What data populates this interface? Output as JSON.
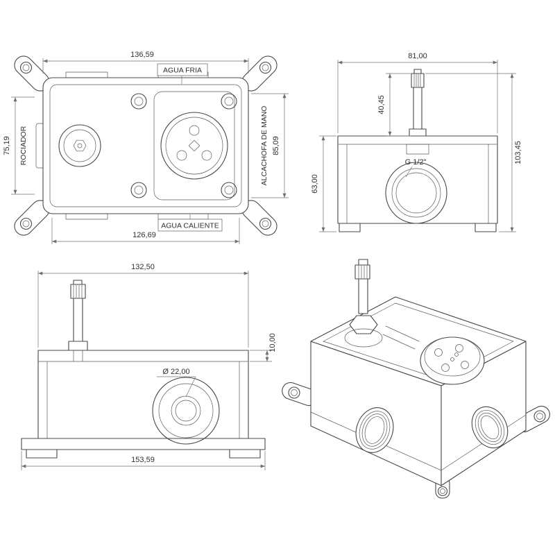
{
  "drawing": {
    "title": "valve-body-technical-drawing",
    "front": {
      "dim_width_top": "136,59",
      "dim_width_bottom": "126,69",
      "dim_height_left": "75,19",
      "dim_height_right": "85,09",
      "label_cold": "AGUA FRIA",
      "label_hot": "AGUA CALIENTE",
      "label_sprayer": "ROCIADOR",
      "label_handshower": "ALCACHOFA DE MANO"
    },
    "side": {
      "dim_width": "81,00",
      "dim_stem": "40,45",
      "dim_body_height": "63,00",
      "dim_total_height": "103,45",
      "label_thread": "G 1/2\""
    },
    "front2": {
      "dim_width_top": "132,50",
      "dim_offset": "10,00",
      "dim_bore": "Ø 22,00",
      "dim_width_bottom": "153,59"
    }
  },
  "colors": {
    "line": "#474747",
    "dimension": "#707070",
    "text": "#2f2f2f",
    "background": "#ffffff"
  }
}
